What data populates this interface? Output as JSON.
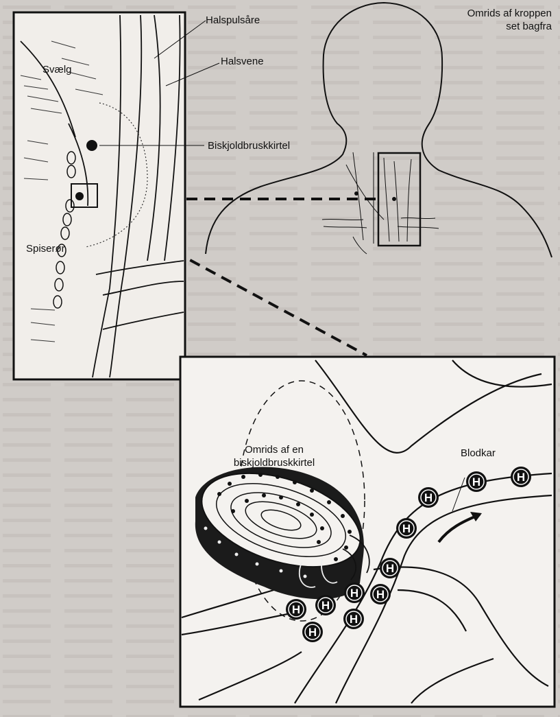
{
  "figure": {
    "labels": {
      "pharynx": "Svælg",
      "carotid_artery": "Halspulsåre",
      "jugular_vein": "Halsvene",
      "parathyroid_gland": "Biskjoldbruskkirtel",
      "esophagus": "Spiserør",
      "body_outline_line1": "Omrids af kroppen",
      "body_outline_line2": "set bagfra",
      "gland_outline_line1": "Omrids af en",
      "gland_outline_line2": "biskjoldbruskkirtel",
      "blood_vessel": "Blodkar"
    },
    "hormone_symbol": "H",
    "colors": {
      "line": "#111111",
      "paper": "#f4f2ef",
      "background": "#c8c3bf"
    }
  }
}
